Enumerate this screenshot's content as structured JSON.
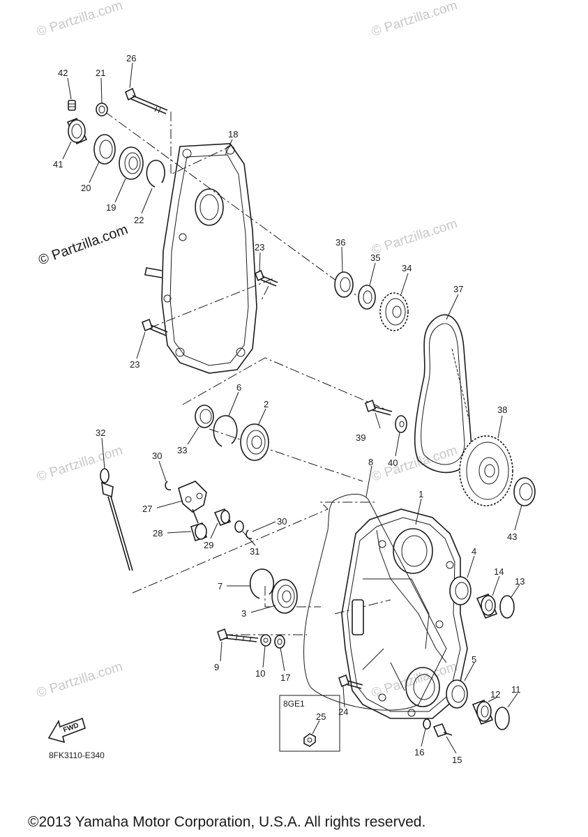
{
  "watermarks": {
    "main": "© Partzilla.com",
    "faint": "© Partzilla.com"
  },
  "diagram_code": "8FK3110-E340",
  "variant_box_label": "8GE1",
  "fwd_label": "FWD",
  "copyright": "©2013 Yamaha Motor Corporation, U.S.A. All rights reserved.",
  "callouts": [
    "1",
    "2",
    "3",
    "4",
    "5",
    "6",
    "7",
    "8",
    "9",
    "10",
    "11",
    "12",
    "13",
    "14",
    "15",
    "16",
    "17",
    "18",
    "19",
    "20",
    "21",
    "22",
    "23",
    "23",
    "24",
    "25",
    "26",
    "27",
    "28",
    "29",
    "30",
    "30",
    "31",
    "32",
    "33",
    "34",
    "35",
    "36",
    "37",
    "38",
    "39",
    "40",
    "41",
    "42",
    "43"
  ]
}
